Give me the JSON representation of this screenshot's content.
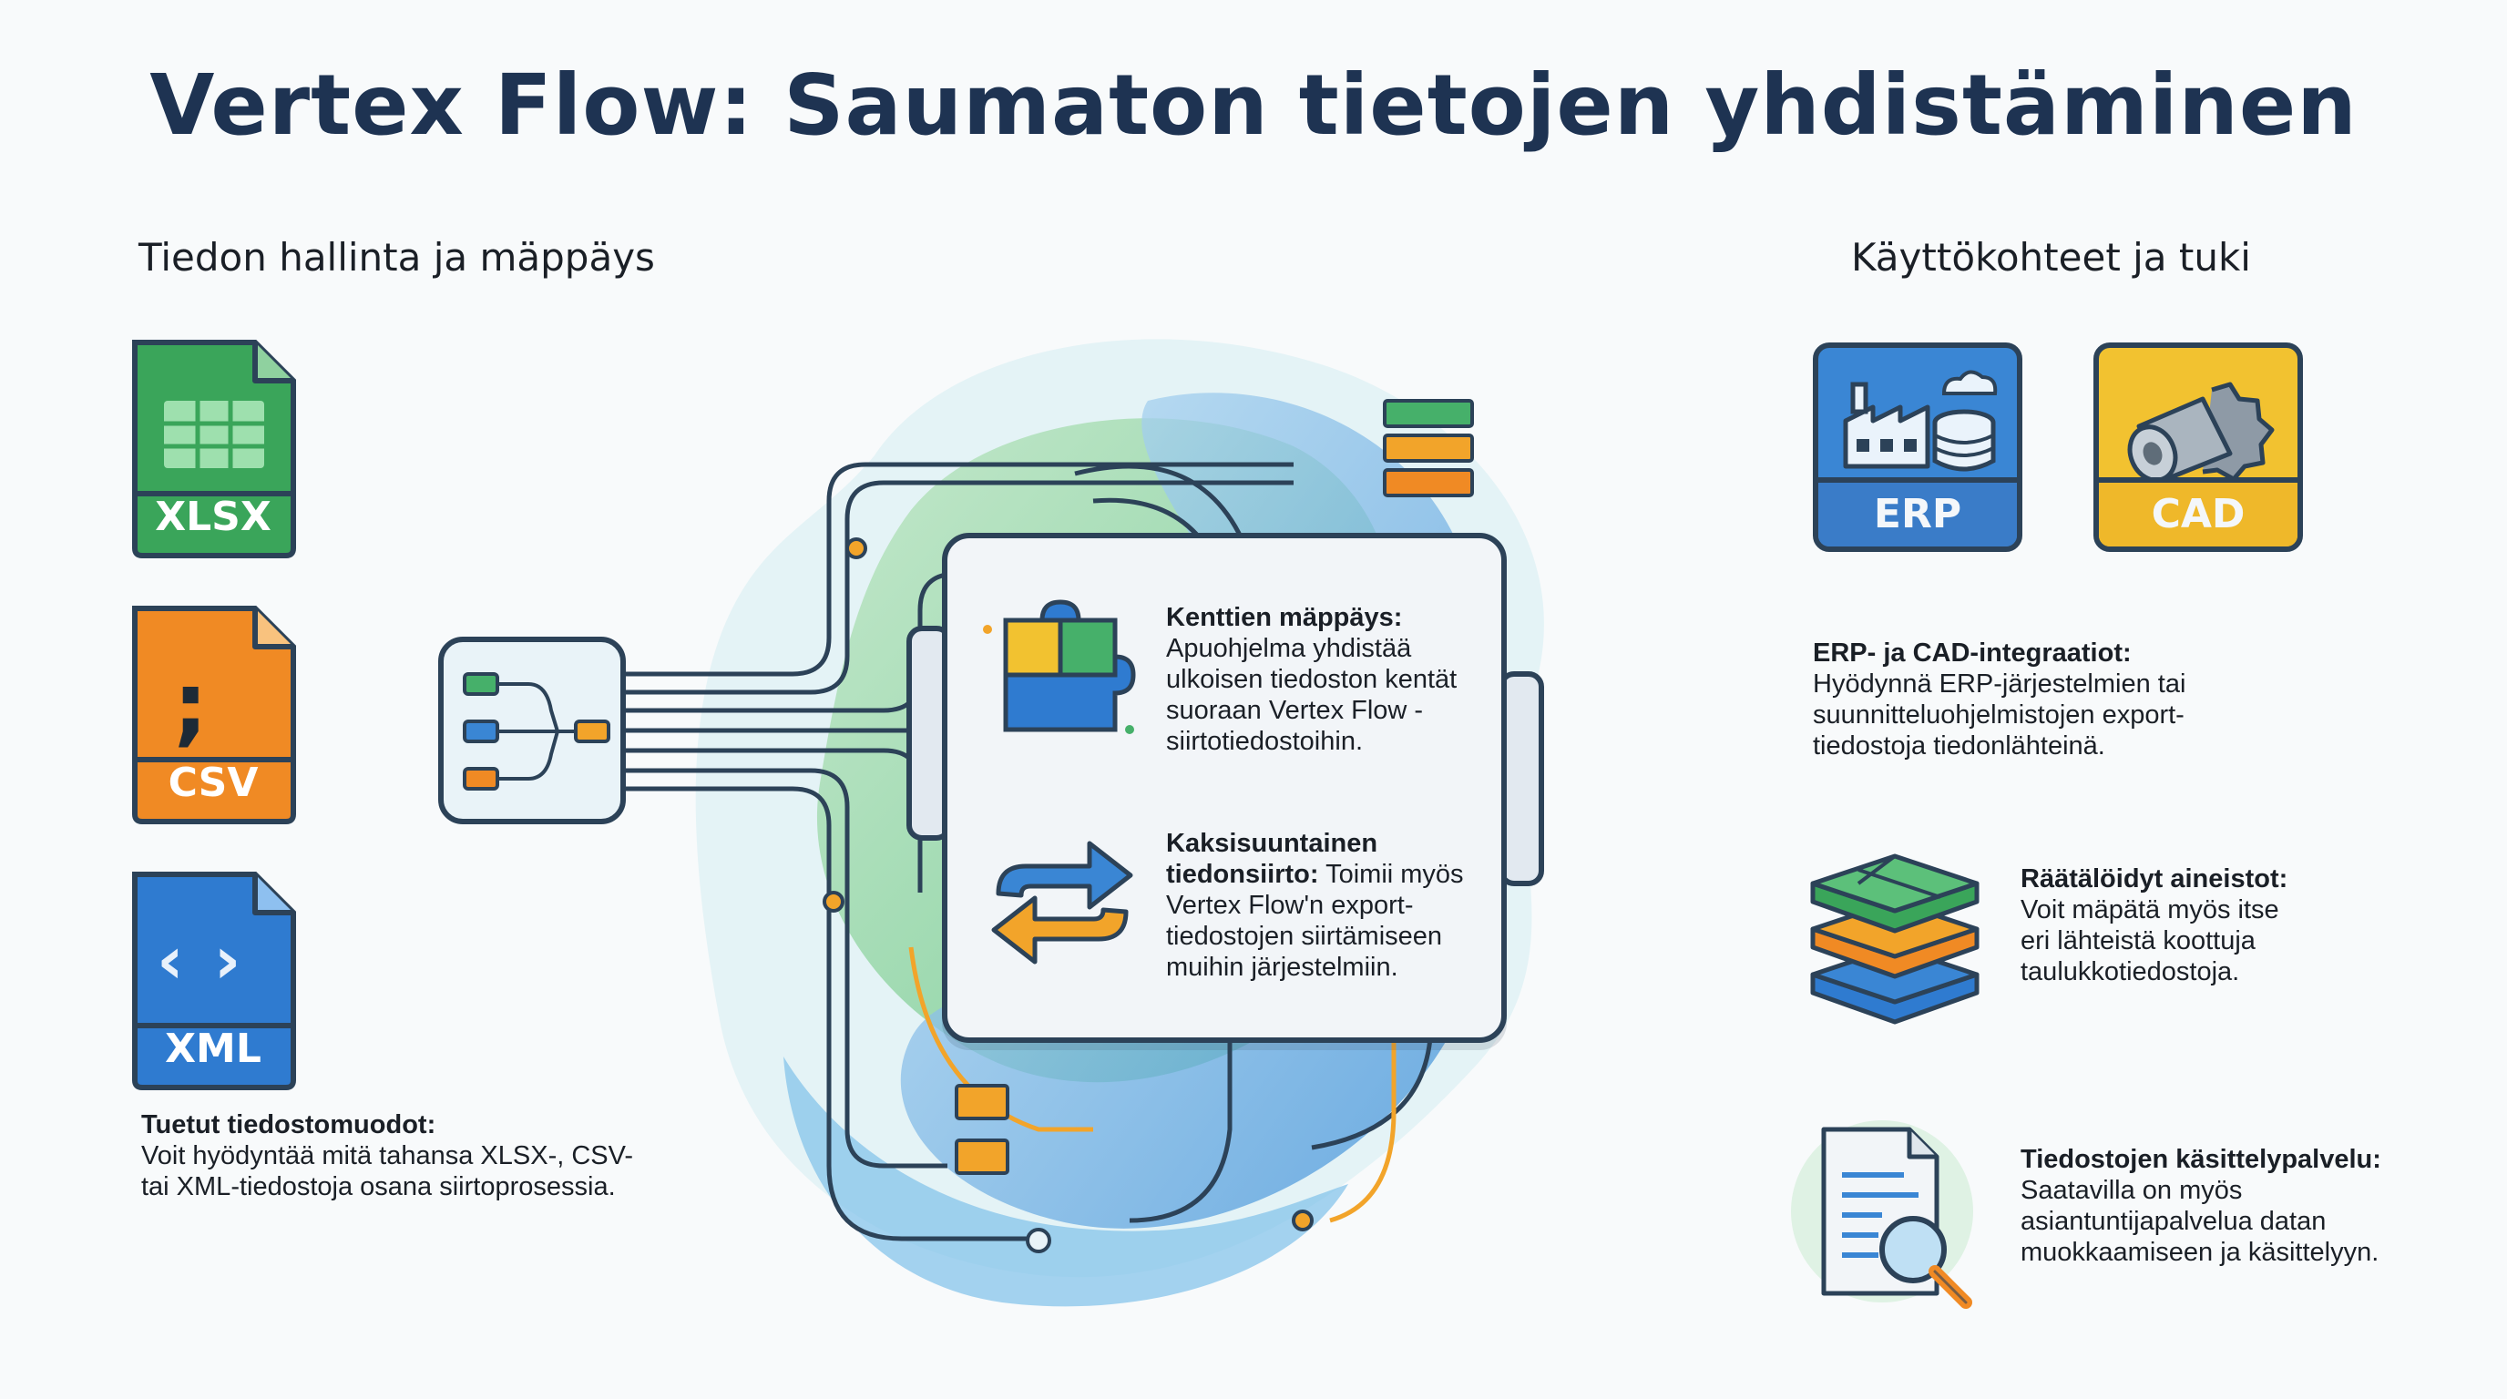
{
  "title": "Vertex Flow: Saumaton tietojen yhdistäminen",
  "left": {
    "heading": "Tiedon hallinta ja mäppäys",
    "files": [
      {
        "label": "XLSX",
        "color": "#3aa55a",
        "icon": "spreadsheet-icon"
      },
      {
        "label": "CSV",
        "color": "#f08a24",
        "icon": "semicolon-icon",
        "glyph": ";"
      },
      {
        "label": "XML",
        "color": "#2f7bd0",
        "icon": "code-brackets-icon",
        "glyph": "‹ ›"
      }
    ],
    "formats_title": "Tuetut tiedostomuodot:",
    "formats_text": "Voit hyödyntää mitä tahansa XLSX-, CSV- tai XML-tiedostoja osana siirtoprosessia."
  },
  "center": {
    "mapping_title": "Kenttien mäppäys:",
    "mapping_text": "Apuohjelma yhdistää ulkoisen tiedoston kentät suoraan Vertex Flow -siirtotiedostoihin.",
    "transfer_title": "Kaksisuuntainen tiedonsiirto:",
    "transfer_text": "Toimii myös Vertex Flow'n export-tiedostojen siirtämiseen muihin järjestelmiin."
  },
  "right": {
    "heading": "Käyttökohteet ja tuki",
    "tiles": [
      {
        "label": "ERP",
        "color": "#3a86d4",
        "icon": "factory-database-icon"
      },
      {
        "label": "CAD",
        "color": "#f2c230",
        "icon": "gear-cylinder-icon"
      }
    ],
    "integrations_title": "ERP- ja CAD-integraatiot:",
    "integrations_text": "Hyödynnä ERP-järjestelmien tai suunnitteluohjelmistojen export-tiedostoja tiedonlähteinä.",
    "custom_title": "Räätälöidyt aineistot:",
    "custom_text": "Voit mäpätä myös itse eri lähteistä koottuja taulukkotiedostoja.",
    "service_title": "Tiedostojen käsittelypalvelu:",
    "service_text": "Saatavilla on myös asiantuntijapalvelua datan muokkaamiseen ja käsittelyyn."
  }
}
